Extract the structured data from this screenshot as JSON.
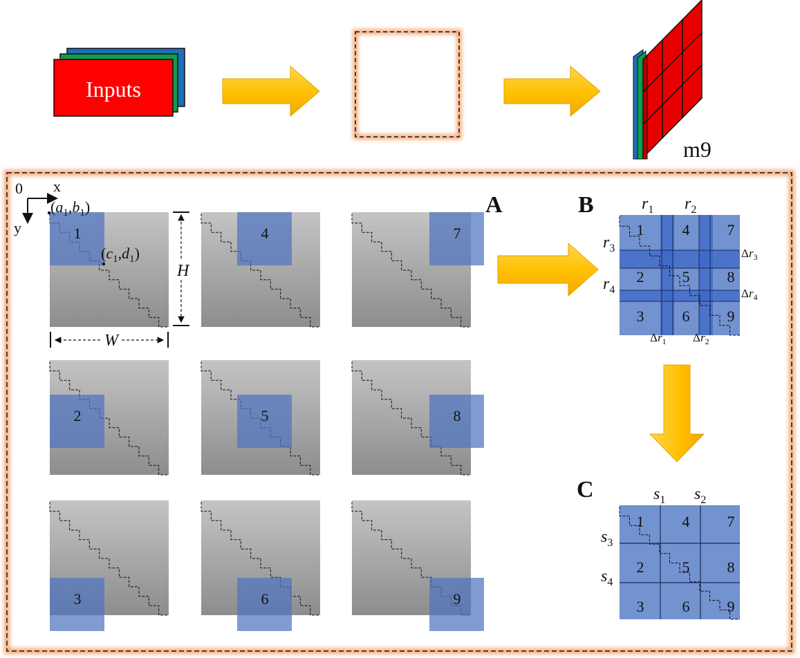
{
  "top_flow": {
    "inputs_label": "Inputs",
    "output_label": "m9"
  },
  "colors": {
    "input_front": "#ff0000",
    "input_mid": "#0e9e4a",
    "input_back": "#1f6fb7",
    "arrow": "#ffc000",
    "glow": "#f4b183",
    "patch": "#4f74bf",
    "gray_top": "#c4c4c4",
    "gray_bottom": "#8d8d8d"
  },
  "panel_a": {
    "label": "A",
    "origin": "0",
    "x_axis": "x",
    "y_axis": "y",
    "pt1": {
      "open": "(",
      "a": "a",
      "sub1": "1",
      "comma": ",",
      "b": "b",
      "sub2": "1",
      "close": ")"
    },
    "pt2": {
      "open": "(",
      "a": "c",
      "sub1": "1",
      "comma": ",",
      "b": "d",
      "sub2": "1",
      "close": ")"
    },
    "height_label": "H",
    "width_label": "W",
    "patch_numbers": [
      "1",
      "2",
      "3",
      "4",
      "5",
      "6",
      "7",
      "8",
      "9"
    ]
  },
  "panel_b": {
    "label": "B",
    "r1": {
      "base": "r",
      "sub": "1"
    },
    "r2": {
      "base": "r",
      "sub": "2"
    },
    "r3": {
      "base": "r",
      "sub": "3"
    },
    "r4": {
      "base": "r",
      "sub": "4"
    },
    "dr1": {
      "delta": "Δ",
      "base": "r",
      "sub": "1"
    },
    "dr2": {
      "delta": "Δ",
      "base": "r",
      "sub": "2"
    },
    "dr3": {
      "delta": "Δ",
      "base": "r",
      "sub": "3"
    },
    "dr4": {
      "delta": "Δ",
      "base": "r",
      "sub": "4"
    },
    "cell_numbers": [
      "1",
      "2",
      "3",
      "4",
      "5",
      "6",
      "7",
      "8",
      "9"
    ]
  },
  "panel_c": {
    "label": "C",
    "s1": {
      "base": "s",
      "sub": "1"
    },
    "s2": {
      "base": "s",
      "sub": "2"
    },
    "s3": {
      "base": "s",
      "sub": "3"
    },
    "s4": {
      "base": "s",
      "sub": "4"
    },
    "cell_numbers": [
      "1",
      "2",
      "3",
      "4",
      "5",
      "6",
      "7",
      "8",
      "9"
    ]
  }
}
